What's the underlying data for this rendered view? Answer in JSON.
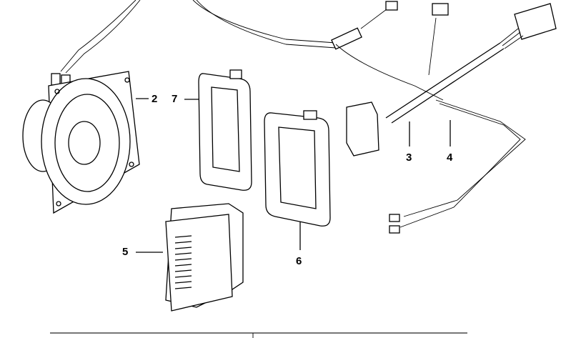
{
  "callouts": [
    {
      "id": "2",
      "part": "speaker"
    },
    {
      "id": "7",
      "part": "frame-small"
    },
    {
      "id": "3",
      "part": "wiring-harness"
    },
    {
      "id": "4",
      "part": "cable"
    },
    {
      "id": "5",
      "part": "switch-cover"
    },
    {
      "id": "6",
      "part": "frame-large"
    }
  ]
}
